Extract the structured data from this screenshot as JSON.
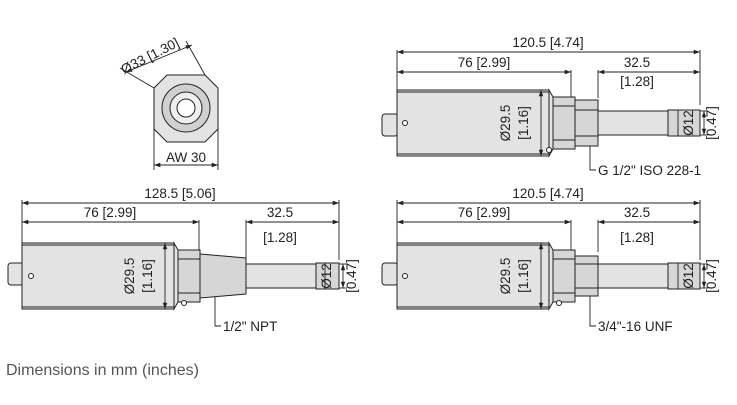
{
  "caption": "Dimensions in mm (inches)",
  "colors": {
    "line": "#222222",
    "body_fill": "#e3e3e3",
    "thread_fill": "#d6d6d6",
    "caption": "#555555"
  },
  "top_view": {
    "diameter_label": "Ø33 [1.30]",
    "wrench_label": "AW 30"
  },
  "iso_variant": {
    "overall": "120.5 [4.74]",
    "body": "76 [2.99]",
    "probe_mm": "32.5",
    "probe_in": "[1.28]",
    "dia_mm": "Ø29.5",
    "dia_in": "[1.16]",
    "probe_dia_mm": "Ø12",
    "probe_dia_in": "[0.47]",
    "thread": "G 1/2\" ISO 228-1"
  },
  "npt_variant": {
    "overall": "128.5 [5.06]",
    "body": "76 [2.99]",
    "probe_mm": "32.5",
    "probe_in": "[1.28]",
    "dia_mm": "Ø29.5",
    "dia_in": "[1.16]",
    "probe_dia_mm": "Ø12",
    "probe_dia_in": "[0.47]",
    "thread": "1/2\" NPT"
  },
  "unf_variant": {
    "overall": "120.5 [4.74]",
    "body": "76 [2.99]",
    "probe_mm": "32.5",
    "probe_in": "[1.28]",
    "dia_mm": "Ø29.5",
    "dia_in": "[1.16]",
    "probe_dia_mm": "Ø12",
    "probe_dia_in": "[0.47]",
    "thread": "3/4\"-16 UNF"
  }
}
